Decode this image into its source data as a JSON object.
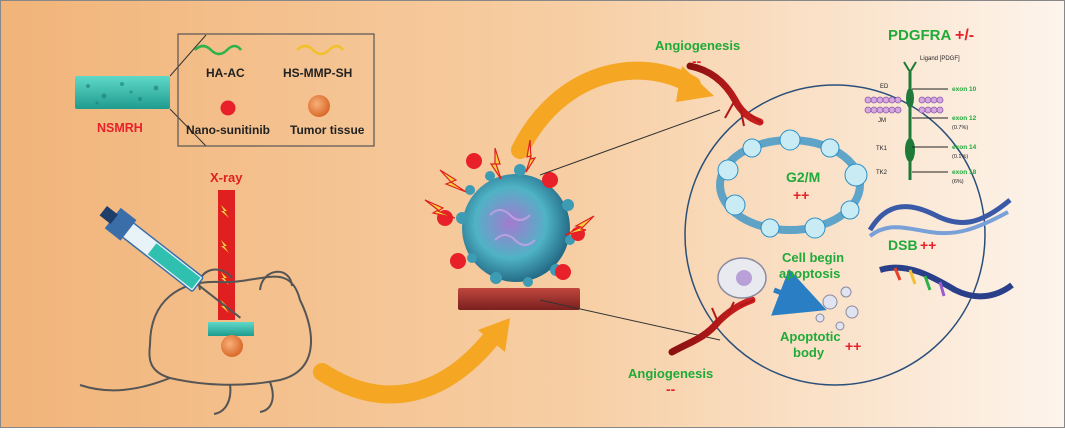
{
  "legend": {
    "ha_ac": "HA-AC",
    "hs_mmp_sh": "HS-MMP-SH",
    "nano_sunitinib": "Nano-sunitinib",
    "tumor_tissue": "Tumor tissue"
  },
  "nsmrh_label": "NSMRH",
  "xray_label": "X-ray",
  "angiogenesis_top": "Angiogenesis",
  "angiogenesis_top_sign": "--",
  "angiogenesis_bottom": "Angiogenesis",
  "angiogenesis_bottom_sign": "--",
  "g2m": {
    "label": "G2/M",
    "sign": "++"
  },
  "dsb": {
    "label": "DSB",
    "sign": "++"
  },
  "cell_begin_1": "Cell begin",
  "cell_begin_2": "apoptosis",
  "apoptotic_1": "Apoptotic",
  "apoptotic_2": "body",
  "apoptotic_sign": "++",
  "pdgfra": {
    "title": "PDGFRA",
    "sign": "+/-",
    "ligand": "Ligand [PDGF]",
    "domains": {
      "ed": "ED",
      "jm": "JM",
      "tk1": "TK1",
      "tk2": "TK2"
    },
    "exons": [
      {
        "label": "exon 10",
        "pct": ""
      },
      {
        "label": "exon 12",
        "pct": "(0.7%)"
      },
      {
        "label": "exon 14",
        "pct": "(0.1%)"
      },
      {
        "label": "exon 18",
        "pct": "(6%)"
      }
    ]
  },
  "colors": {
    "green_text": "#1faa3a",
    "red_sign": "#e8202a",
    "nsmrh_red": "#e8202a",
    "xray_red": "#e02020",
    "teal_gel": "#2fc0b0",
    "arrow_orange": "#f5a623"
  }
}
